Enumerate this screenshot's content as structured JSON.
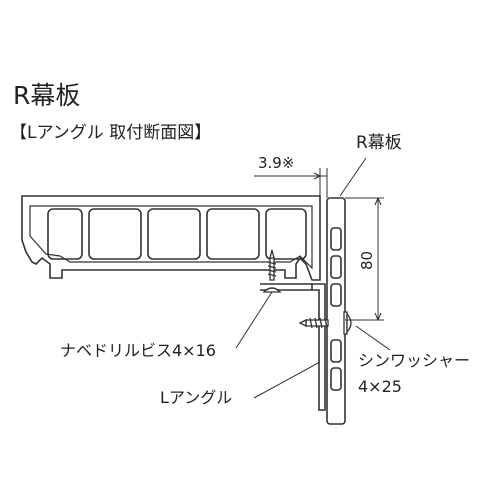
{
  "title": "R幕板",
  "subtitle": "【Lアングル 取付断面図】",
  "labels": {
    "r_makuita": "R幕板",
    "gap_dim": "3.9※",
    "height_dim": "80",
    "screw": "ナベドリルビス4×16",
    "l_angle": "Lアングル",
    "washer_line1": "シンワッシャー",
    "washer_line2": "4×25"
  },
  "colors": {
    "stroke": "#333333",
    "text": "#222222"
  }
}
